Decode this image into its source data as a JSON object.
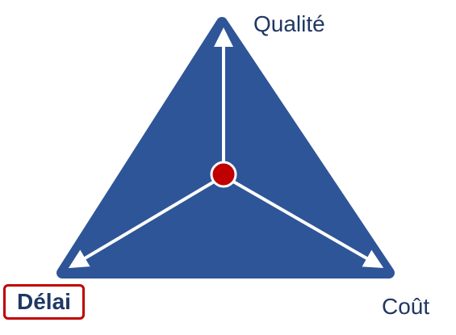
{
  "labels": {
    "top": "Qualité",
    "right": "Coût",
    "left": "Délai"
  },
  "highlighted_label": "left",
  "colors": {
    "triangle_fill": "#2E5597",
    "triangle_stroke": "#2E5597",
    "arrow": "#ffffff",
    "center_dot": "#C00000",
    "label_text": "#1F3864",
    "highlight_border": "#C00000"
  }
}
